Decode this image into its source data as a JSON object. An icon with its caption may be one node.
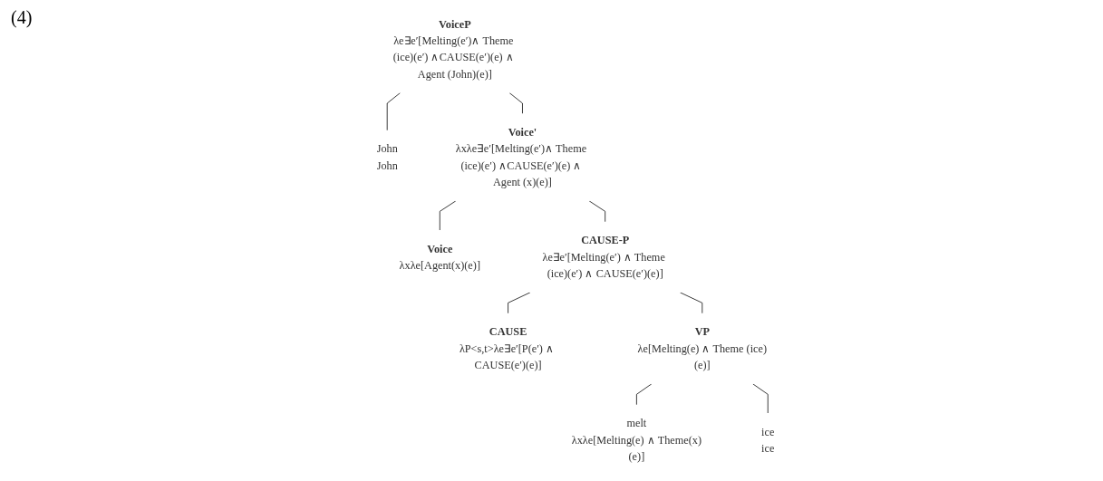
{
  "diagram": {
    "nodes": [
      {
        "text": [
          "VoiceP",
          "λe∃e′[Melting(e′)∧ Theme (ice)(e′) ∧CAUSE(e′)(e) ∧ Agent (John)(e)]"
        ]
      },
      {
        "text": [
          "John",
          "John"
        ]
      },
      {
        "text": [
          "Voice'",
          "λxλe∃e′[Melting(e′)∧ Theme (ice)(e′) ∧CAUSE(e′)(e) ∧ Agent (x)(e)]"
        ]
      },
      {
        "text": [
          "Voice",
          "λxλe[Agent(x)(e)]"
        ]
      },
      {
        "text": [
          "CAUSE-P",
          "λe∃e′[Melting(e′) ∧ Theme (ice)(e′) ∧ CAUSE(e′)(e)]"
        ]
      },
      {
        "text": [
          "CAUSE",
          "λP<s,t>λe∃e′[P(e′) ∧ CAUSE(e′)(e)]"
        ]
      },
      {
        "text": [
          "VP",
          "λe[Melting(e) ∧ Theme (ice)(e)]"
        ]
      },
      {
        "text": [
          "melt",
          "λxλe[Melting(e) ∧ Theme(x)(e)]"
        ]
      },
      {
        "text": [
          "ice",
          "ice"
        ]
      }
    ],
    "edges": [
      {
        "from": 0,
        "to": 1,
        "arrow": "none"
      },
      {
        "from": 0,
        "to": 2,
        "arrow": "none"
      },
      {
        "from": 2,
        "to": 3,
        "arrow": "none"
      },
      {
        "from": 2,
        "to": 4,
        "arrow": "none"
      },
      {
        "from": 4,
        "to": 5,
        "arrow": "none"
      },
      {
        "from": 4,
        "to": 6,
        "arrow": "none"
      },
      {
        "from": 6,
        "to": 7,
        "arrow": "none"
      },
      {
        "from": 6,
        "to": 8,
        "arrow": "none"
      }
    ],
    "labels": [
      "(4)"
    ]
  }
}
